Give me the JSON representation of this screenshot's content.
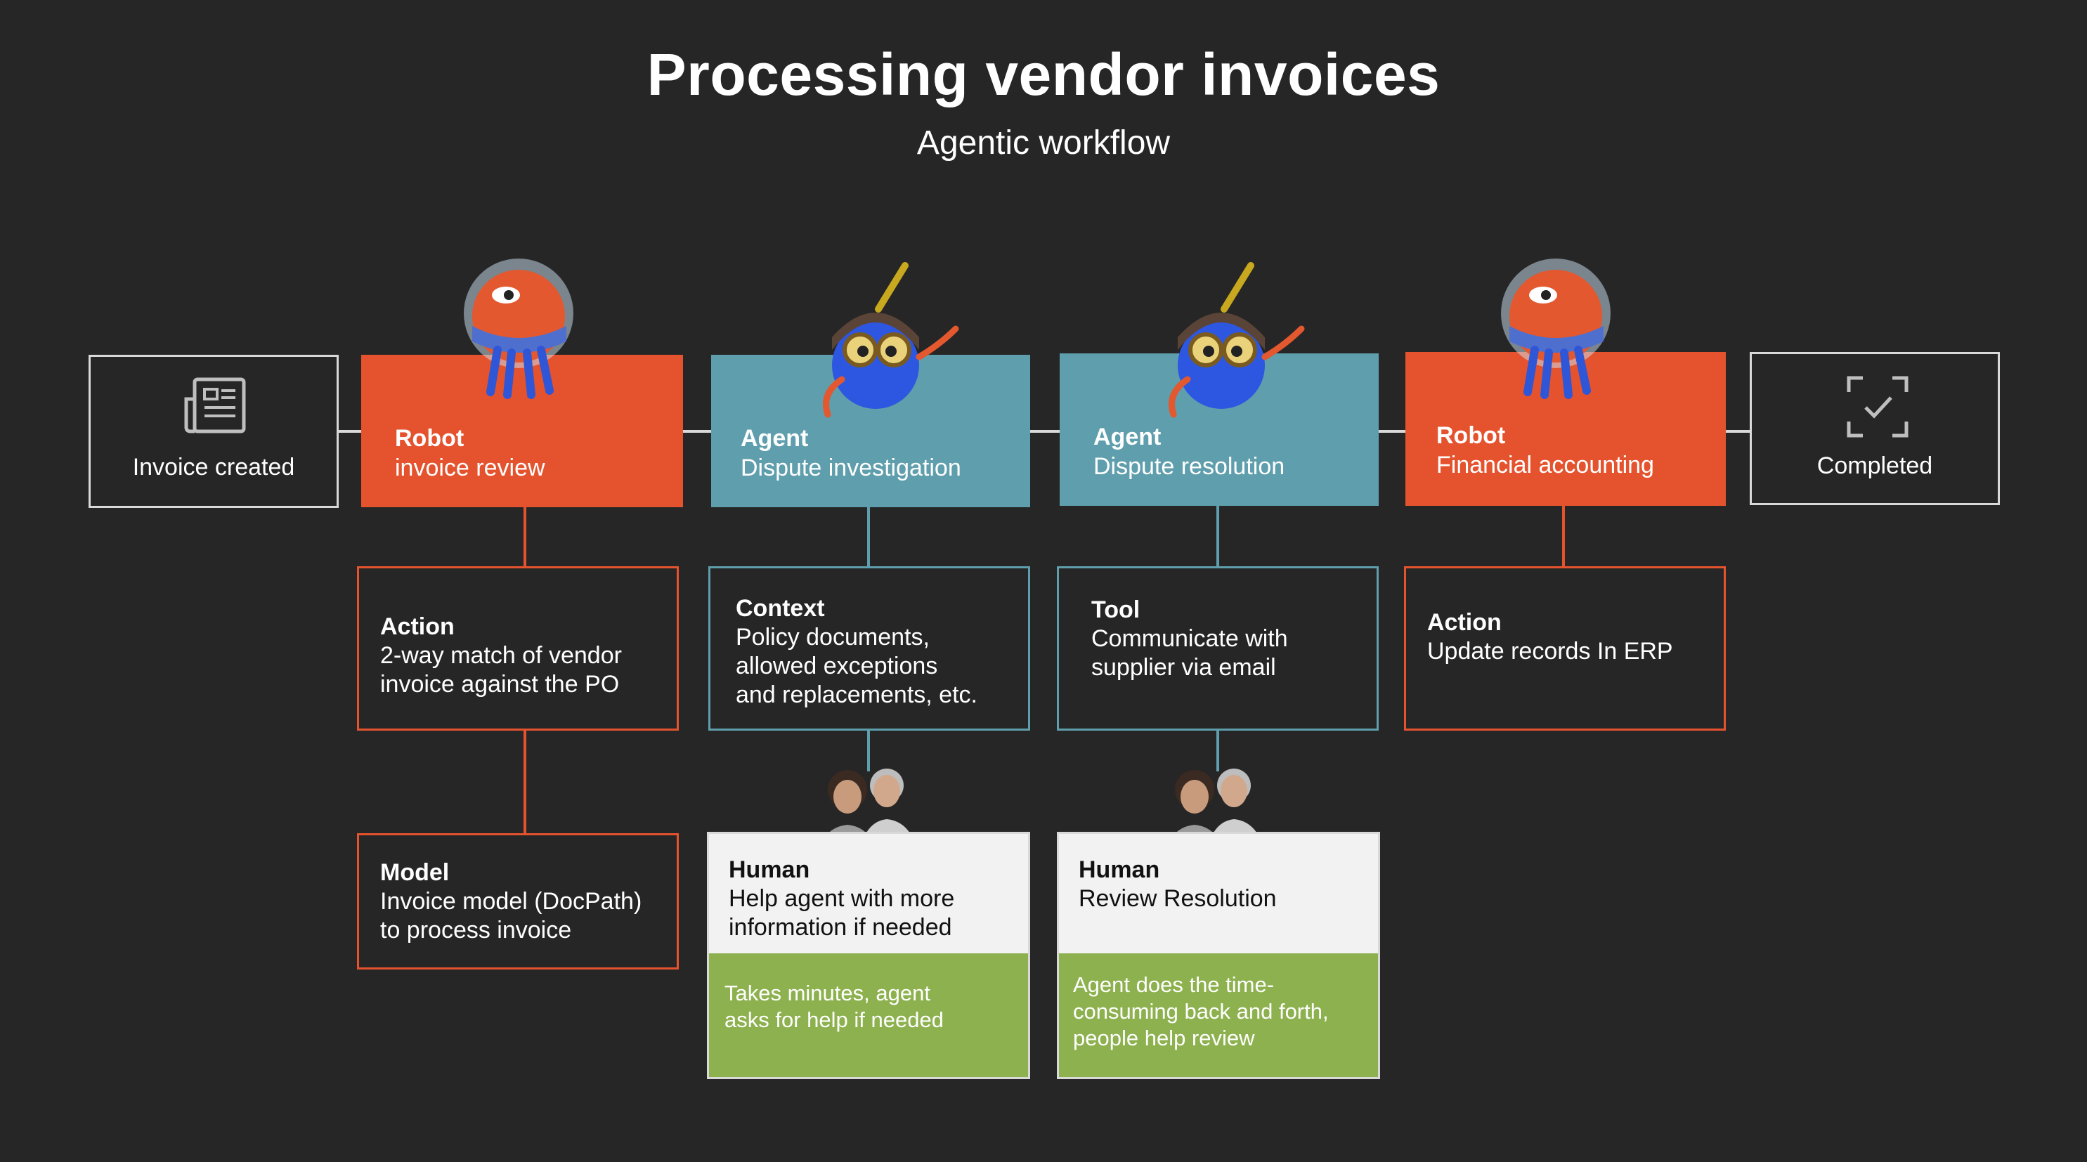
{
  "title": "Processing vendor invoices",
  "subtitle": "Agentic workflow",
  "colors": {
    "background": "#262626",
    "robot": "#e5532e",
    "agent": "#5f9eac",
    "human_note": "#8db14e",
    "human_panel": "#f2f2f2",
    "outline": "#d9d9d9"
  },
  "start": {
    "label": "Invoice created",
    "icon": "document-icon"
  },
  "end": {
    "label": "Completed",
    "icon": "check-frame-icon"
  },
  "stages": [
    {
      "heading": "Robot",
      "text": "invoice review",
      "kind": "robot"
    },
    {
      "heading": "Agent",
      "text": "Dispute investigation",
      "kind": "agent"
    },
    {
      "heading": "Agent",
      "text": "Dispute resolution",
      "kind": "agent"
    },
    {
      "heading": "Robot",
      "text": "Financial accounting",
      "kind": "robot"
    }
  ],
  "details": [
    {
      "heading": "Action",
      "text": "2-way match of vendor\ninvoice against the PO"
    },
    {
      "heading": "Context",
      "text": "Policy documents,\nallowed exceptions\nand replacements, etc."
    },
    {
      "heading": "Tool",
      "text": "Communicate with\nsupplier via email"
    },
    {
      "heading": "Action",
      "text": "Update records In ERP"
    }
  ],
  "model": {
    "heading": "Model",
    "text": "Invoice model (DocPath)\nto process invoice"
  },
  "humans": [
    {
      "heading": "Human",
      "text": "Help agent with more\ninformation if needed",
      "note": "Takes minutes, agent\nasks for help if needed"
    },
    {
      "heading": "Human",
      "text": "Review Resolution",
      "note": "Agent does the time-\nconsuming back and forth,\npeople help review"
    }
  ]
}
